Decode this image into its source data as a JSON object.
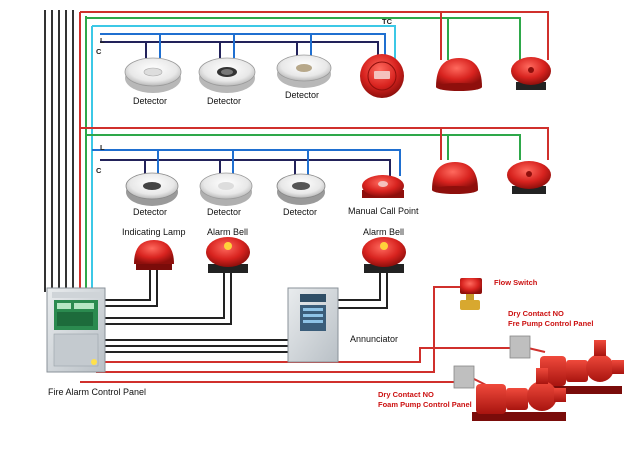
{
  "wire_labels": {
    "tc": "TC",
    "l_top": "L",
    "c_top": "C",
    "l_mid": "L",
    "c_mid": "C"
  },
  "labels": {
    "detector_1": "Detector",
    "detector_2": "Detector",
    "detector_3": "Detector",
    "detector_4": "Detector",
    "detector_5": "Detector",
    "detector_6": "Detector",
    "manual_call_point": "Manual Call Point",
    "indicating_lamp": "Indicating Lamp",
    "alarm_bell_1": "Alarm Bell",
    "alarm_bell_2": "Alarm Bell",
    "annunciator": "Annunciator",
    "fire_alarm_control_panel": "Fire Alarm Control Panel",
    "flow_switch": "Flow Switch",
    "dry_contact_fire_line1": "Dry Contact NO",
    "dry_contact_fire_line2": "Fre Pump Control Panel",
    "dry_contact_foam_line1": "Dry Contact NO",
    "dry_contact_foam_line2": "Foam Pump Control Panel"
  },
  "colors": {
    "wire_red": "#d0302c",
    "wire_green": "#2ea84a",
    "wire_blue": "#1f6fd0",
    "wire_cyan": "#3cc8e6",
    "wire_navy": "#22225a",
    "wire_dark": "#333333",
    "device_red": "#d8231f",
    "annotation_red": "#cc1111"
  }
}
